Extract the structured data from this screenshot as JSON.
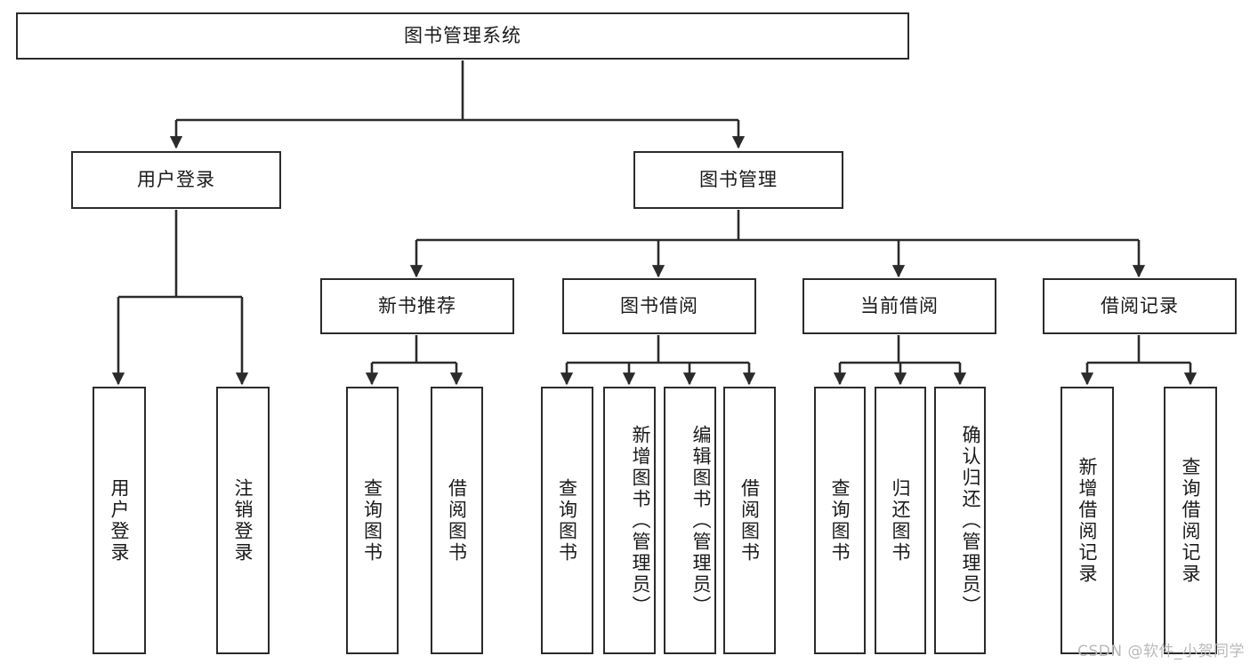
{
  "diagram": {
    "title": "图书管理系统",
    "type": "hierarchy-tree",
    "colors": {
      "box_border": "#2b2b2b",
      "box_fill": "#ffffff",
      "line": "#2b2b2b",
      "text": "#1a1a1a",
      "watermark": "#b9b9b9"
    },
    "levels": [
      {
        "level": 1,
        "nodes": [
          {
            "id": "root",
            "label": "图书管理系统",
            "orientation": "horizontal"
          }
        ]
      },
      {
        "level": 2,
        "nodes": [
          {
            "id": "login",
            "label": "用户登录",
            "orientation": "horizontal",
            "parent": "root"
          },
          {
            "id": "bookmgmt",
            "label": "图书管理",
            "orientation": "horizontal",
            "parent": "root"
          }
        ]
      },
      {
        "level": 3,
        "nodes": [
          {
            "id": "newbooks",
            "label": "新书推荐",
            "orientation": "horizontal",
            "parent": "bookmgmt"
          },
          {
            "id": "borrow",
            "label": "图书借阅",
            "orientation": "horizontal",
            "parent": "bookmgmt"
          },
          {
            "id": "current",
            "label": "当前借阅",
            "orientation": "horizontal",
            "parent": "bookmgmt"
          },
          {
            "id": "records",
            "label": "借阅记录",
            "orientation": "horizontal",
            "parent": "bookmgmt"
          }
        ]
      },
      {
        "level": 4,
        "nodes": [
          {
            "id": "leaf1",
            "label": "用户登录",
            "orientation": "vertical",
            "parent": "login"
          },
          {
            "id": "leaf2",
            "label": "注销登录",
            "orientation": "vertical",
            "parent": "login"
          },
          {
            "id": "leaf3",
            "label": "查询图书",
            "orientation": "vertical",
            "parent": "newbooks"
          },
          {
            "id": "leaf4",
            "label": "借阅图书",
            "orientation": "vertical",
            "parent": "newbooks"
          },
          {
            "id": "leaf5",
            "label": "查询图书",
            "orientation": "vertical",
            "parent": "borrow"
          },
          {
            "id": "leaf6",
            "label": "新增图书（管理员）",
            "orientation": "vertical",
            "parent": "borrow"
          },
          {
            "id": "leaf7",
            "label": "编辑图书（管理员）",
            "orientation": "vertical",
            "parent": "borrow"
          },
          {
            "id": "leaf8",
            "label": "借阅图书",
            "orientation": "vertical",
            "parent": "borrow"
          },
          {
            "id": "leaf9",
            "label": "查询图书",
            "orientation": "vertical",
            "parent": "current"
          },
          {
            "id": "leaf10",
            "label": "归还图书",
            "orientation": "vertical",
            "parent": "current"
          },
          {
            "id": "leaf11",
            "label": "确认归还（管理员）",
            "orientation": "vertical",
            "parent": "current"
          },
          {
            "id": "leaf12",
            "label": "新增借阅记录",
            "orientation": "vertical",
            "parent": "records"
          },
          {
            "id": "leaf13",
            "label": "查询借阅记录",
            "orientation": "vertical",
            "parent": "records"
          }
        ]
      }
    ]
  },
  "watermark": {
    "text": "CSDN @软件_小贺同学"
  }
}
